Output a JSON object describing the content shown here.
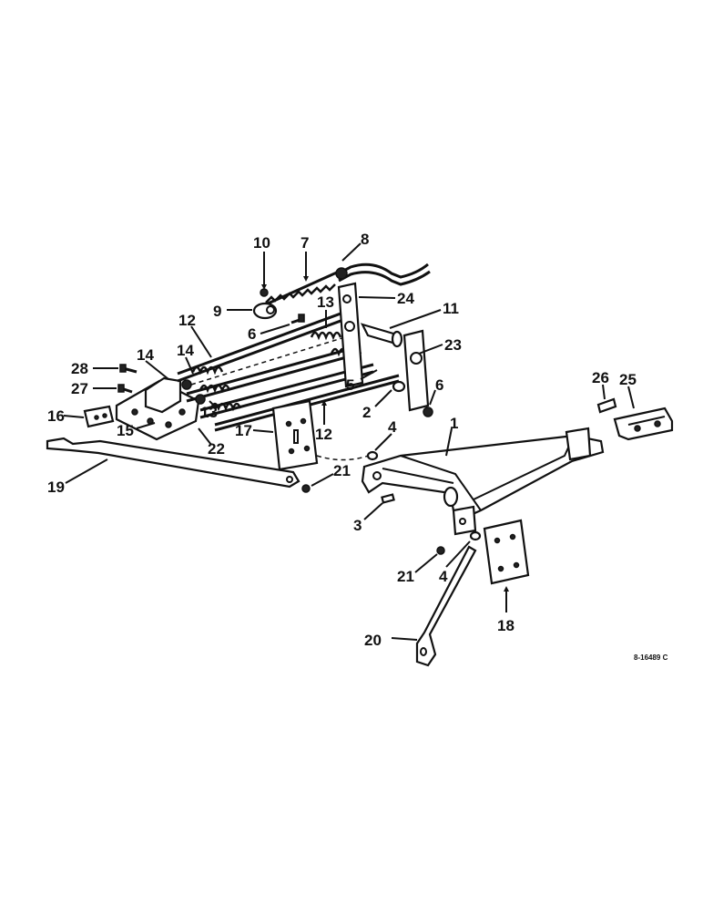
{
  "drawing_code": "8-16489 C",
  "callouts": [
    {
      "id": "c1",
      "label": "1"
    },
    {
      "id": "c2",
      "label": "2"
    },
    {
      "id": "c3",
      "label": "3"
    },
    {
      "id": "c4a",
      "label": "4"
    },
    {
      "id": "c4b",
      "label": "4"
    },
    {
      "id": "c5",
      "label": "5"
    },
    {
      "id": "c6a",
      "label": "6"
    },
    {
      "id": "c6b",
      "label": "6"
    },
    {
      "id": "c7",
      "label": "7"
    },
    {
      "id": "c8",
      "label": "8"
    },
    {
      "id": "c9",
      "label": "9"
    },
    {
      "id": "c10",
      "label": "10"
    },
    {
      "id": "c11",
      "label": "11"
    },
    {
      "id": "c12a",
      "label": "12"
    },
    {
      "id": "c12b",
      "label": "12"
    },
    {
      "id": "c13a",
      "label": "13"
    },
    {
      "id": "c13b",
      "label": "13"
    },
    {
      "id": "c14a",
      "label": "14"
    },
    {
      "id": "c14b",
      "label": "14"
    },
    {
      "id": "c15",
      "label": "15"
    },
    {
      "id": "c16",
      "label": "16"
    },
    {
      "id": "c17",
      "label": "17"
    },
    {
      "id": "c18",
      "label": "18"
    },
    {
      "id": "c19",
      "label": "19"
    },
    {
      "id": "c20",
      "label": "20"
    },
    {
      "id": "c21a",
      "label": "21"
    },
    {
      "id": "c21b",
      "label": "21"
    },
    {
      "id": "c22",
      "label": "22"
    },
    {
      "id": "c23",
      "label": "23"
    },
    {
      "id": "c24",
      "label": "24"
    },
    {
      "id": "c25",
      "label": "25"
    },
    {
      "id": "c26",
      "label": "26"
    },
    {
      "id": "c27",
      "label": "27"
    },
    {
      "id": "c28",
      "label": "28"
    }
  ]
}
